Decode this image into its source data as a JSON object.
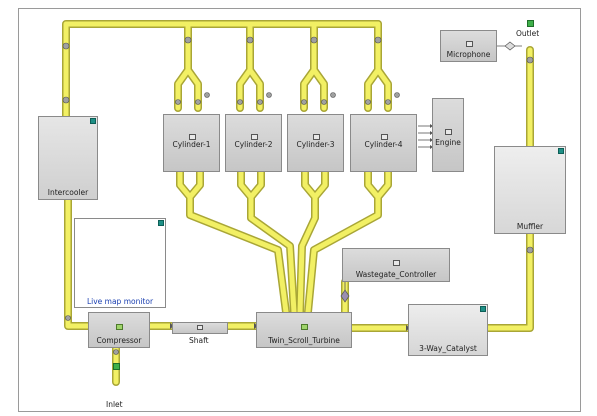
{
  "diagram": {
    "blocks": {
      "intercooler": "Intercooler",
      "cylinder1": "Cylinder-1",
      "cylinder2": "Cylinder-2",
      "cylinder3": "Cylinder-3",
      "cylinder4": "Cylinder-4",
      "engine": "Engine",
      "microphone": "Microphone",
      "muffler": "Muffler",
      "wastegate": "Wastegate_Controller",
      "compressor": "Compressor",
      "shaft": "Shaft",
      "turbine": "Twin_Scroll_Turbine",
      "catalyst": "3-Way_Catalyst"
    },
    "ports": {
      "inlet": "Inlet",
      "outlet": "Outlet"
    },
    "live_map": {
      "caption": "Live map monitor"
    },
    "colors": {
      "pipe": "#f2f064",
      "pipe_edge": "#a9a636",
      "block": "#d2d2d2",
      "port": "#3fb04a",
      "connector": "#1e8f86"
    }
  }
}
